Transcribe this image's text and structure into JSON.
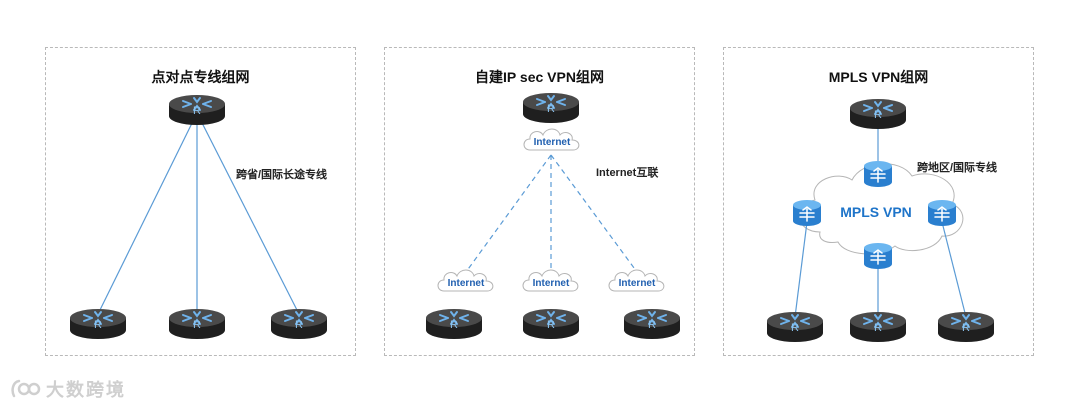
{
  "panels": [
    {
      "title": "点对点专线组网",
      "link_label": "跨省/国际长途专线"
    },
    {
      "title": "自建IP sec VPN组网",
      "link_label": "Internet互联",
      "cloud_label": "Internet"
    },
    {
      "title": "MPLS VPN组网",
      "link_label": "跨地区/国际专线",
      "core_label": "MPLS VPN"
    }
  ],
  "router_letter": "R",
  "watermark": "大数跨境",
  "colors": {
    "link": "#5b9bd5",
    "router_body": "#2d2d2d",
    "cloud_text": "#2160b0",
    "switch": "#3a8fd8"
  }
}
